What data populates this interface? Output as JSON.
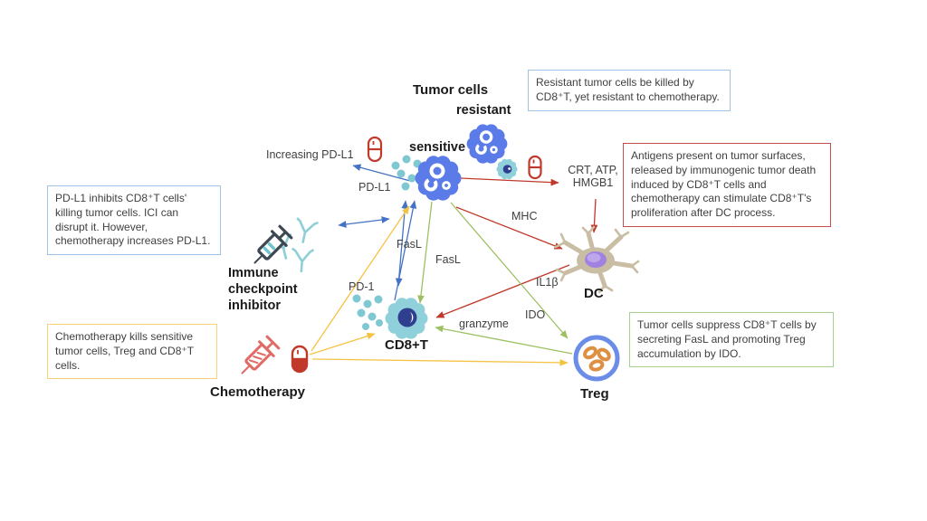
{
  "diagram": {
    "title": "Tumor cells",
    "nodes": {
      "resistant": "resistant",
      "sensitive": "sensitive",
      "cd8t": "CD8+T",
      "dc": "DC",
      "treg": "Treg",
      "ici": "Immune checkpoint inhibitor",
      "chemotherapy": "Chemotherapy"
    },
    "labels": {
      "increasing_pdl1": "Increasing PD-L1",
      "pdl1": "PD-L1",
      "pd1": "PD-1",
      "fasl_cd8_to_tumor": "FasL",
      "fasl_tumor_to_cd8": "FasL",
      "mhc": "MHC",
      "crt_atp_line1": "CRT, ATP,",
      "crt_atp_line2": "HMGB1",
      "il1b": "IL1β",
      "ido": "IDO",
      "granzyme": "granzyme"
    },
    "callouts": {
      "resistant_note": "Resistant tumor cells be killed by CD8⁺T, yet resistant to chemotherapy.",
      "antigen_note": "Antigens present on tumor surfaces, released by immunogenic tumor death induced by CD8⁺T cells and chemotherapy can stimulate CD8⁺T's proliferation after DC process.",
      "pdl1_note": "PD-L1 inhibits CD8⁺T cells' killing tumor cells. ICI can disrupt it. However, chemotherapy increases PD-L1.",
      "chemo_note": "Chemotherapy kills sensitive tumor cells, Treg and CD8⁺T cells.",
      "suppress_note": "Tumor cells suppress CD8⁺T cells by secreting FasL and promoting Treg accumulation by IDO."
    },
    "colors": {
      "arrow_blue": "#4472c4",
      "arrow_yellow": "#f5c342",
      "arrow_red": "#c0392b",
      "arrow_green": "#9dc162",
      "tumor_cell": "#5b7ce8",
      "cd8t_cell": "#8fd0da",
      "cd8t_nucleus": "#2f3e8f",
      "dc_body": "#c9bda3",
      "dc_nucleus": "#a182e0",
      "treg_ring": "#6b8de8",
      "treg_cells": "#dd9043",
      "antibody": "#8ecfd6",
      "secreted_dots": "#7fc8d2",
      "ici_syringe": "#3d4852",
      "chemo_red": "#e06a65",
      "pill_red": "#c0392b",
      "box_blue_border": "#9dc3e6",
      "box_red_border": "#c0504d",
      "box_yellow_border": "#f5d376",
      "box_green_border": "#a9d18e"
    }
  }
}
